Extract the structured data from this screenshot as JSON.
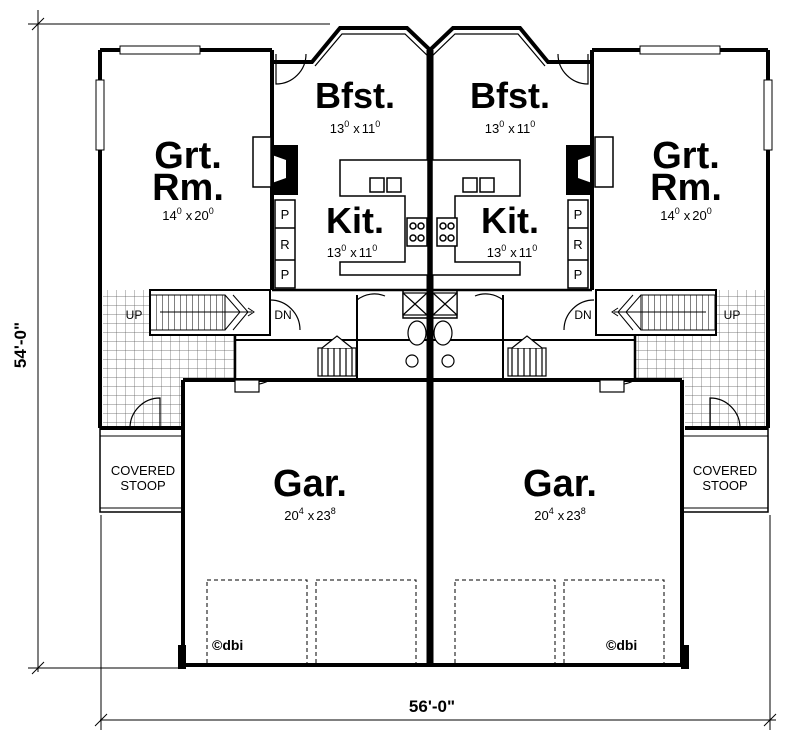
{
  "dimensions": {
    "width": "56'-0\"",
    "depth": "54'-0\""
  },
  "left_unit": {
    "great_room": {
      "line1": "Grt.",
      "line2": "Rm.",
      "size_a": "14",
      "size_a_sup": "0",
      "size_b": "20",
      "size_b_sup": "0"
    },
    "breakfast": {
      "label": "Bfst.",
      "size_a": "13",
      "size_a_sup": "0",
      "size_b": "11",
      "size_b_sup": "0"
    },
    "kitchen": {
      "label": "Kit.",
      "size_a": "13",
      "size_a_sup": "0",
      "size_b": "11",
      "size_b_sup": "0"
    },
    "garage": {
      "label": "Gar.",
      "size_a": "20",
      "size_a_sup": "4",
      "size_b": "23",
      "size_b_sup": "8"
    },
    "stoop": {
      "line1": "COVERED",
      "line2": "STOOP"
    },
    "stairs": {
      "up": "UP",
      "down": "DN"
    },
    "pantry": [
      "P",
      "R",
      "P"
    ],
    "copyright": "©dbi"
  },
  "right_unit": {
    "great_room": {
      "line1": "Grt.",
      "line2": "Rm.",
      "size_a": "14",
      "size_a_sup": "0",
      "size_b": "20",
      "size_b_sup": "0"
    },
    "breakfast": {
      "label": "Bfst.",
      "size_a": "13",
      "size_a_sup": "0",
      "size_b": "11",
      "size_b_sup": "0"
    },
    "kitchen": {
      "label": "Kit.",
      "size_a": "13",
      "size_a_sup": "0",
      "size_b": "11",
      "size_b_sup": "0"
    },
    "garage": {
      "label": "Gar.",
      "size_a": "20",
      "size_a_sup": "4",
      "size_b": "23",
      "size_b_sup": "8"
    },
    "stoop": {
      "line1": "COVERED",
      "line2": "STOOP"
    },
    "stairs": {
      "up": "UP",
      "down": "DN"
    },
    "pantry": [
      "P",
      "R",
      "P"
    ],
    "copyright": "©dbi"
  },
  "x_times": "x"
}
